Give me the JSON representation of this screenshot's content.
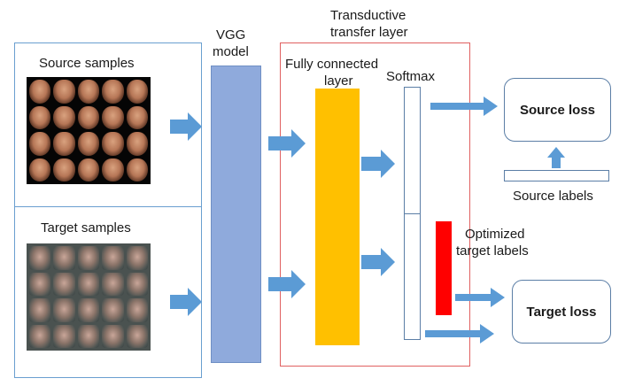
{
  "source_panel": {
    "label": "Source samples"
  },
  "target_panel": {
    "label": "Target samples"
  },
  "vgg": {
    "label_line1": "VGG",
    "label_line2": "model"
  },
  "transfer_layer": {
    "label_line1": "Transductive",
    "label_line2": "transfer layer"
  },
  "fc_layer": {
    "label_line1": "Fully connected",
    "label_line2": "layer"
  },
  "softmax": {
    "label": "Softmax"
  },
  "source_loss": {
    "label": "Source loss"
  },
  "source_labels": {
    "label": "Source labels"
  },
  "optimized_labels": {
    "label_line1": "Optimized",
    "label_line2": "target labels"
  },
  "target_loss": {
    "label": "Target loss"
  },
  "colors": {
    "vgg_fill": "#8faadc",
    "fc_fill": "#ffc000",
    "label_bar_fill": "#ff0000",
    "arrow": "#5b9bd5",
    "transfer_border": "#e06060",
    "panel_border": "#6a9fd0"
  }
}
